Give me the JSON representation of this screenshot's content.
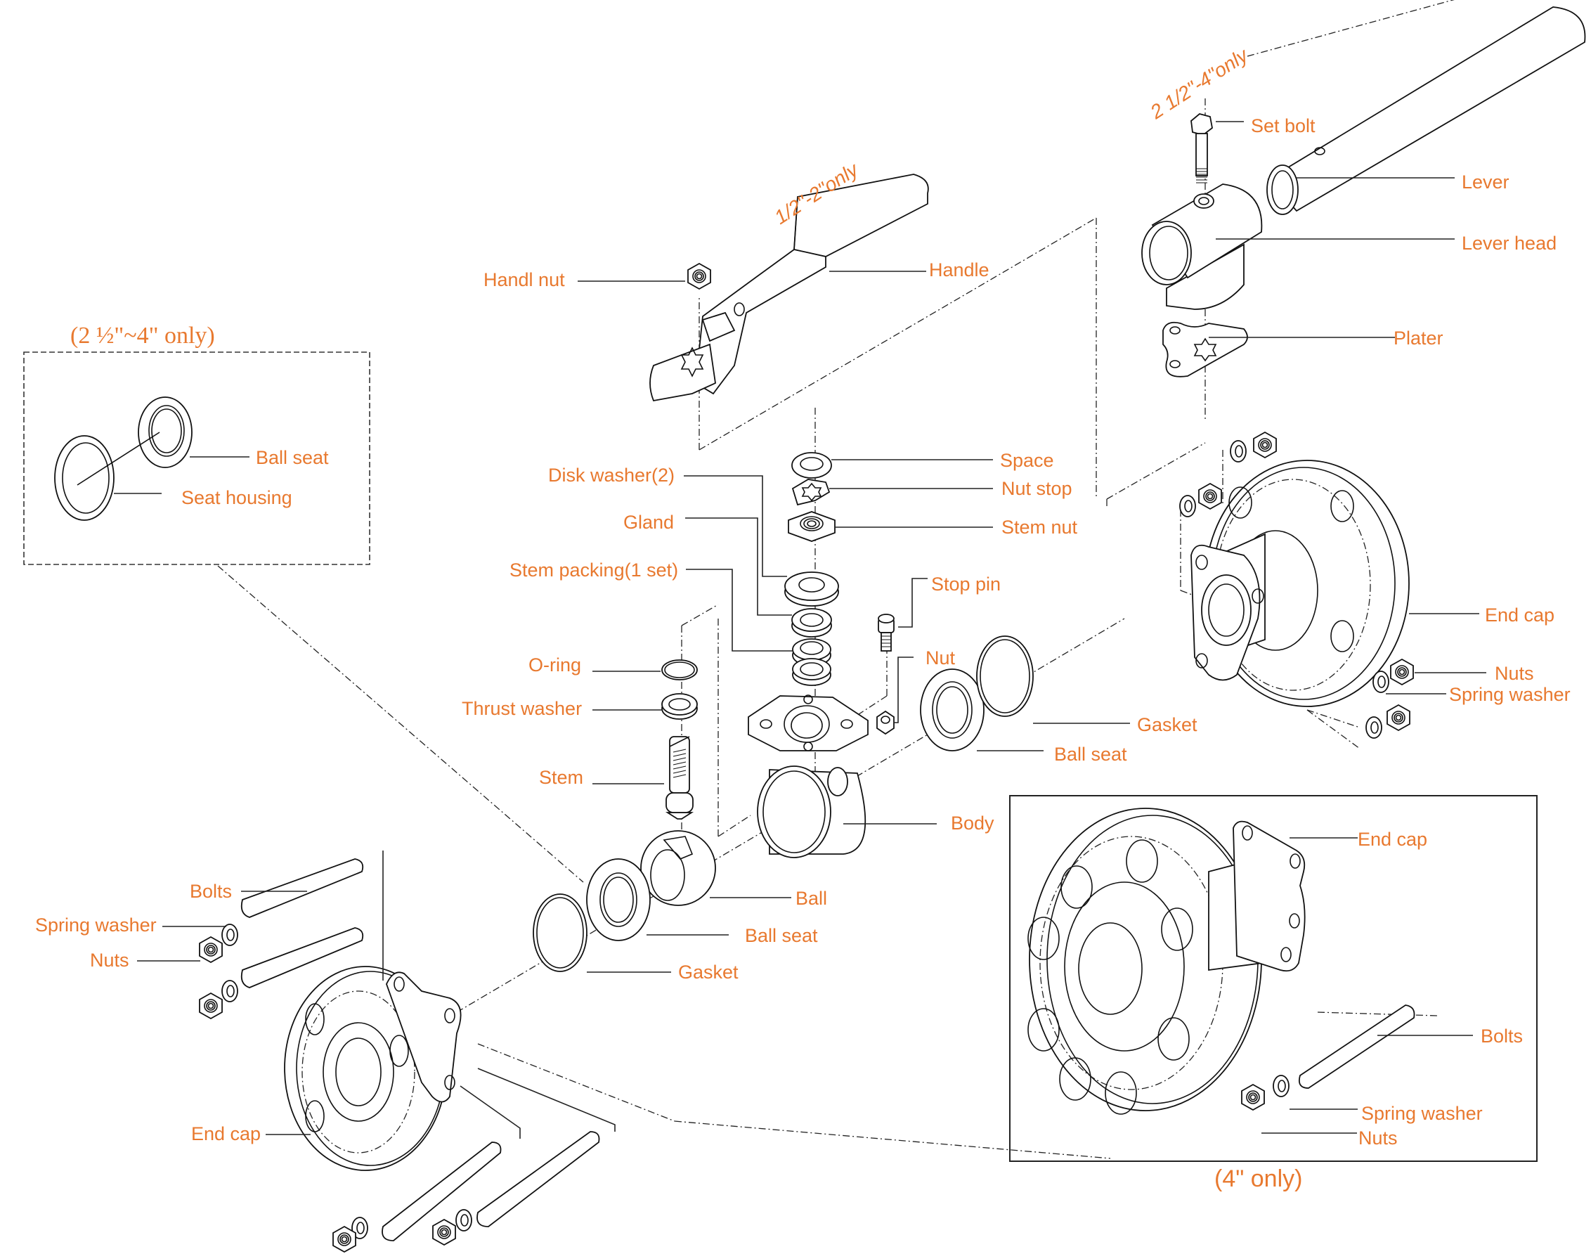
{
  "diagram": {
    "title": "Ball valve exploded view",
    "colors": {
      "label": "#e8792f",
      "line": "#222222",
      "background": "#ffffff"
    },
    "notes": {
      "handle_range": "1/2\"-2\"only",
      "lever_range": "2 1/2\"-4\"only",
      "inset_seat_title": "(2 ½\"~4\" only)",
      "inset_endcap_title": "(4\" only)"
    },
    "labels": {
      "handl_nut": "Handl nut",
      "handle": "Handle",
      "set_bolt": "Set bolt",
      "lever": "Lever",
      "lever_head": "Lever head",
      "plater": "Plater",
      "space": "Space",
      "nut_stop": "Nut stop",
      "stem_nut": "Stem nut",
      "disk_washer": "Disk washer(2)",
      "gland": "Gland",
      "stem_packing": "Stem packing(1 set)",
      "stop_pin": "Stop pin",
      "nut": "Nut",
      "o_ring": "O-ring",
      "thrust_washer": "Thrust washer",
      "stem": "Stem",
      "body": "Body",
      "gasket_right": "Gasket",
      "ball_seat_right": "Ball seat",
      "ball": "Ball",
      "ball_seat_left": "Ball seat",
      "gasket_left": "Gasket",
      "end_cap_right": "End cap",
      "nuts_right": "Nuts",
      "spring_washer_right": "Spring washer",
      "bolts_left": "Bolts",
      "spring_washer_left": "Spring washer",
      "nuts_left": "Nuts",
      "end_cap_left": "End cap",
      "inset_ball_seat": "Ball seat",
      "inset_seat_housing": "Seat housing",
      "inset_end_cap": "End cap",
      "inset_bolts": "Bolts",
      "inset_spring_washer": "Spring washer",
      "inset_nuts": "Nuts"
    }
  }
}
